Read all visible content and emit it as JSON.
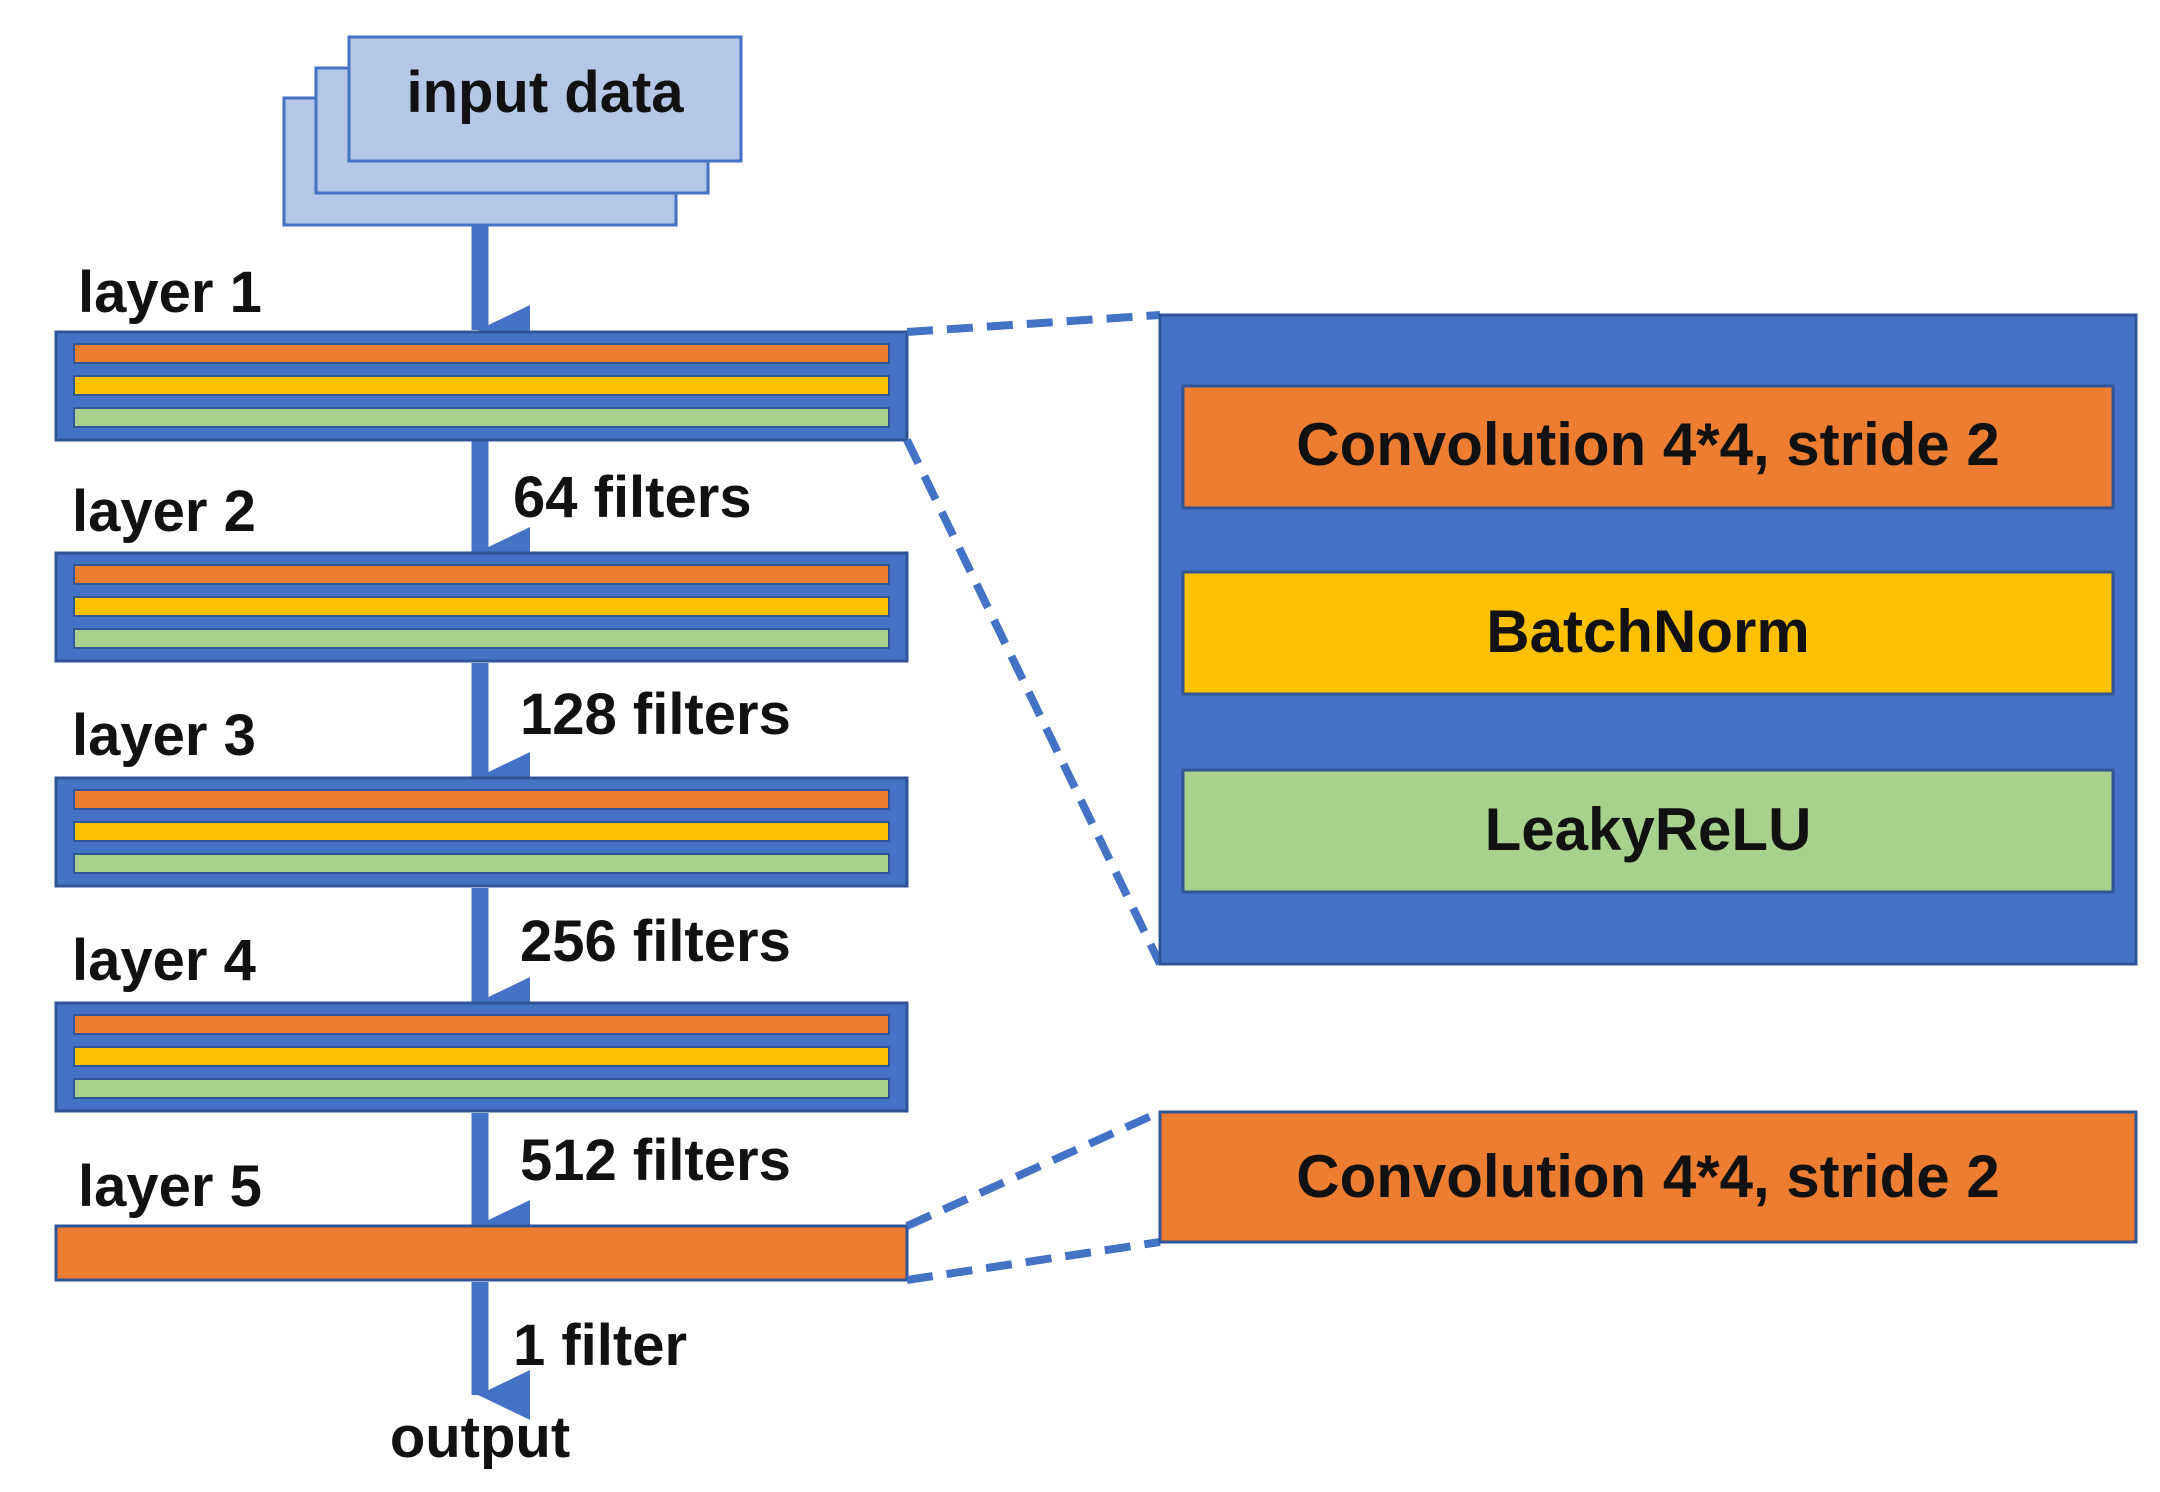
{
  "input": {
    "label": "input data"
  },
  "layers": [
    {
      "label": "layer 1",
      "filters": "64 filters"
    },
    {
      "label": "layer 2",
      "filters": "128 filters"
    },
    {
      "label": "layer 3",
      "filters": "256 filters"
    },
    {
      "label": "layer 4",
      "filters": "512 filters"
    },
    {
      "label": "layer 5",
      "filters": "1 filter"
    }
  ],
  "output": {
    "label": "output"
  },
  "detail_block": {
    "conv_label": "Convolution 4*4, stride 2",
    "norm_label": "BatchNorm",
    "act_label": "LeakyReLU"
  },
  "final_block": {
    "conv_label": "Convolution 4*4, stride 2"
  },
  "colors": {
    "blue": "#4472C4",
    "light_blue": "#B4C7E7",
    "orange": "#ED7D31",
    "yellow": "#FFC000",
    "green": "#A9D18E"
  }
}
